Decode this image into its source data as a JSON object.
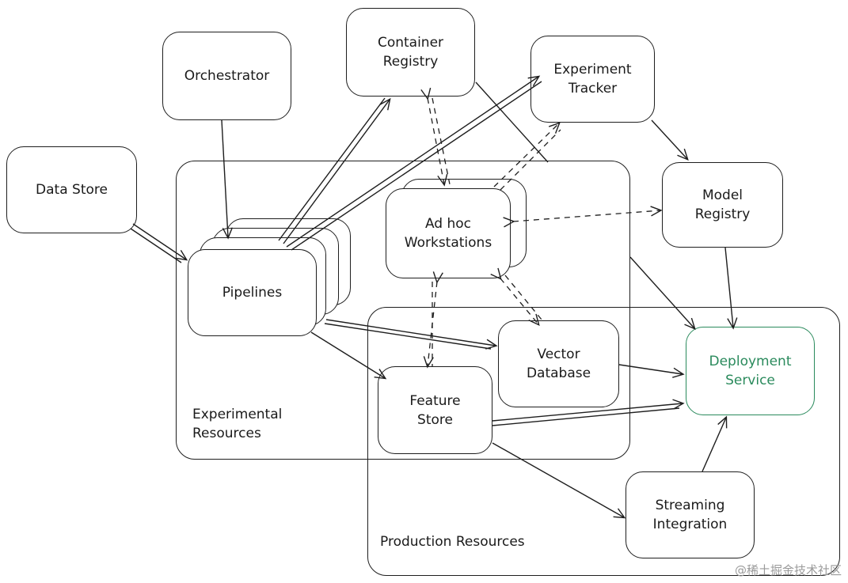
{
  "groups": {
    "experimental": "Experimental\nResources",
    "production": "Production Resources"
  },
  "nodes": {
    "data_store": "Data Store",
    "orchestrator": "Orchestrator",
    "container_registry": "Container\nRegistry",
    "experiment_tracker": "Experiment\nTracker",
    "model_registry": "Model\nRegistry",
    "pipelines": "Pipelines",
    "adhoc_workstations": "Ad hoc\nWorkstations",
    "vector_database": "Vector\nDatabase",
    "feature_store": "Feature\nStore",
    "deployment_service": "Deployment\nService",
    "streaming_integration": "Streaming\nIntegration"
  },
  "colors": {
    "stroke": "#1e1e1e",
    "deployment_accent": "#2a8a5c"
  },
  "watermark": "@稀土掘金技术社区"
}
